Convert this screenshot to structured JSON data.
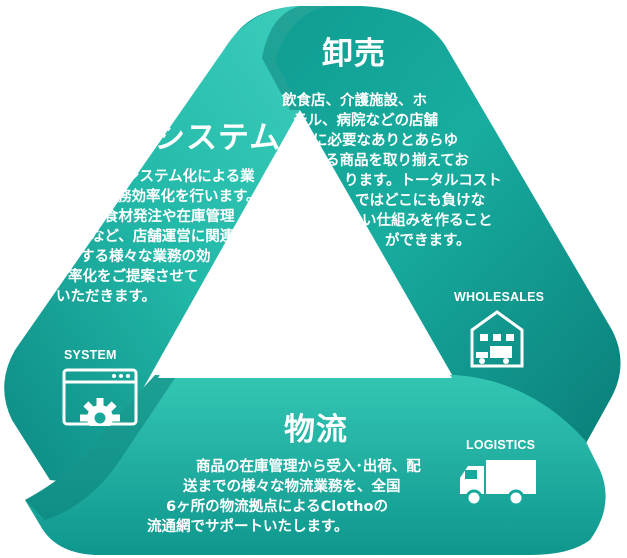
{
  "colors": {
    "teal_light": "#35c8b4",
    "teal_mid": "#16a89c",
    "teal_dark": "#0a7f7a",
    "text": "#ffffff"
  },
  "segments": {
    "wholesale": {
      "title": "卸売",
      "label_en": "WHOLESALES",
      "icon": "warehouse-icon",
      "lines": [
        "飲食店、介護施設、ホ",
        "テル、病院などの店舗",
        "に必要なありとあらゆ",
        "る商品を取り揃えてお",
        "ります。トータルコスト",
        "ではどこにも負けな",
        "い仕組みを作ること",
        "ができます。"
      ]
    },
    "system": {
      "title": "システム",
      "label_en": "SYSTEM",
      "icon": "system-window-gear-icon",
      "lines": [
        "システム化による業",
        "務効率化を行います。",
        "食材発注や在庫管理",
        "など、店舗運営に関連",
        "する様々な業務の効",
        "率化をご提案させて",
        "いただきます。"
      ]
    },
    "logistics": {
      "title": "物流",
      "label_en": "LOGISTICS",
      "icon": "truck-icon",
      "lines": [
        "商品の在庫管理から受入･出荷、配",
        "送までの様々な物流業務を、全国",
        "6ヶ所の物流拠点によるClothoの",
        "流通網でサポートいたします。"
      ]
    }
  }
}
